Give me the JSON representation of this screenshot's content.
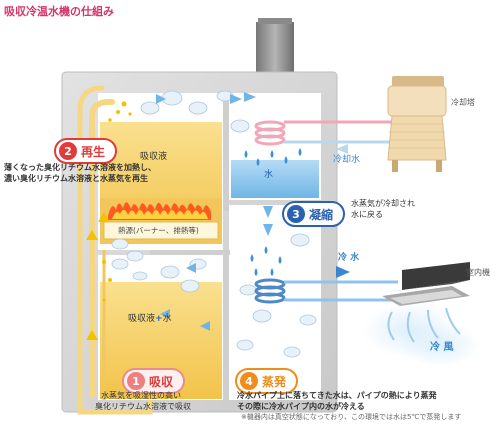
{
  "title": "吸収冷温水機の仕組み",
  "labels": {
    "cooling_tower": "冷却塔",
    "indoor_unit": "室内機",
    "absorbent": "吸収液",
    "water": "水",
    "heat_source": "熱源(バーナー、排熱等)",
    "absorbent_water_a": "吸収液",
    "absorbent_water_plus": "+",
    "absorbent_water_b": "水",
    "cooling_water": "冷却水",
    "chilled_water": "冷 水",
    "cold_air": "冷 風"
  },
  "steps": [
    {
      "num": "2",
      "label": "再生",
      "desc": [
        "薄くなった臭化リチウム水溶液を加熱し、",
        "濃い臭化リチウム水溶液と水蒸気を再生"
      ]
    },
    {
      "num": "3",
      "label": "凝縮",
      "desc": [
        "水蒸気が冷却され",
        "水に戻る"
      ]
    },
    {
      "num": "1",
      "label": "吸収",
      "desc": [
        "水蒸気を吸湿性の高い",
        "臭化リチウム水溶液で吸収"
      ]
    },
    {
      "num": "4",
      "label": "蒸発",
      "desc": [
        "冷水パイプ上に落ちてきた水は、パイプの熱により蒸発",
        "その際に冷水パイプ内の水が冷える"
      ],
      "note": "※機器内は真空状態になっており、この環境では水は5℃で蒸発します"
    }
  ],
  "colors": {
    "absorbent": "#f6d36a",
    "water": "#8ec9ee",
    "machine": "#d4d4d4",
    "flame": "#ff5a1f",
    "cooling_pipe": "#f2a7b8",
    "chilled_pipe": "#8fc3ec"
  },
  "icons": [
    "cooling-tower-icon",
    "indoor-unit-icon",
    "flame-icon",
    "chimney-icon",
    "steam-cloud-icon",
    "water-drop-icon"
  ]
}
